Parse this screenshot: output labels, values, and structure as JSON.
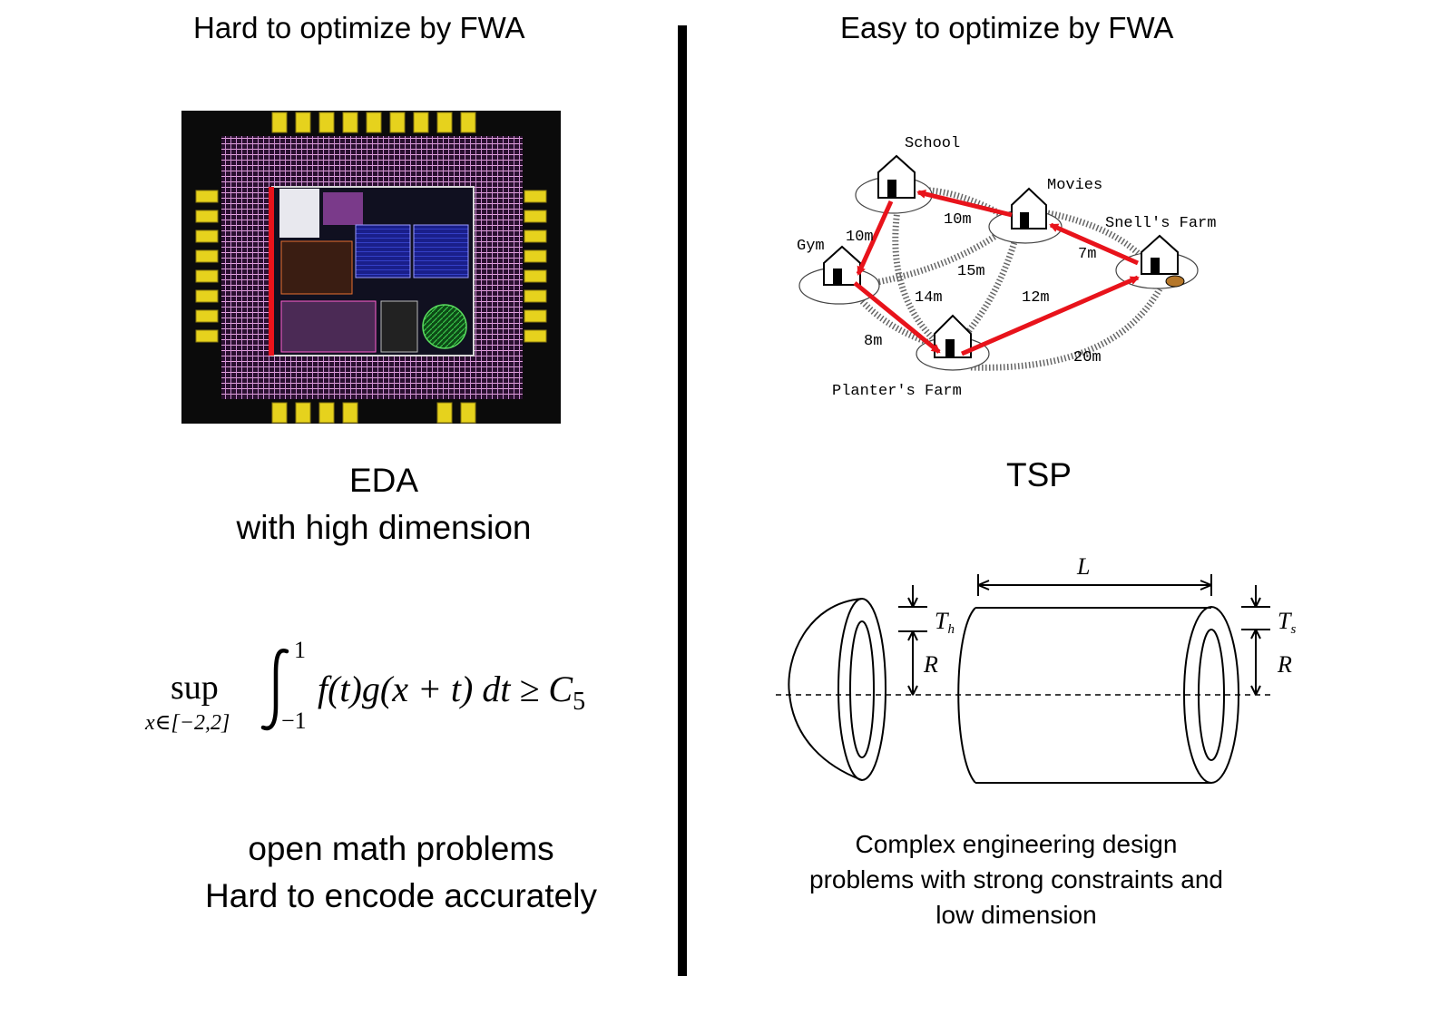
{
  "left": {
    "heading": "Hard to optimize by FWA",
    "eda_caption": {
      "line1": "EDA",
      "line2": "with high dimension"
    },
    "formula": {
      "sup": "sup",
      "sup_sub": "x∈[−2,2]",
      "upper": "1",
      "lower": "−1",
      "integrand": "f(t)g(x + t) dt ≥ C",
      "subscript": "5"
    },
    "math_caption": {
      "line1": "open math problems",
      "line2": "Hard to encode accurately"
    }
  },
  "right": {
    "heading": "Easy to optimize by FWA",
    "tsp": {
      "nodes": {
        "school": "School",
        "movies": "Movies",
        "gym": "Gym",
        "snell": "Snell's Farm",
        "planter": "Planter's Farm"
      },
      "edges": {
        "school_movies": "10m",
        "school_gym": "10m",
        "gym_movies": "15m",
        "school_planter": "14m",
        "movies_planter": "12m",
        "movies_snell": "7m",
        "gym_planter": "8m",
        "planter_snell": "20m"
      }
    },
    "tsp_caption": "TSP",
    "vessel": {
      "L": "L",
      "Th": "T",
      "Th_sub": "h",
      "Ts": "T",
      "Ts_sub": "s",
      "R_left": "R",
      "R_right": "R"
    },
    "vessel_caption": {
      "line1": "Complex engineering design",
      "line2": "problems with strong constraints and",
      "line3": "low dimension"
    }
  },
  "colors": {
    "tour_red": "#e8131b",
    "chip_bg": "#0b0b0b",
    "chip_pink": "#e3a2dd",
    "chip_yellow": "#e6d21d"
  }
}
